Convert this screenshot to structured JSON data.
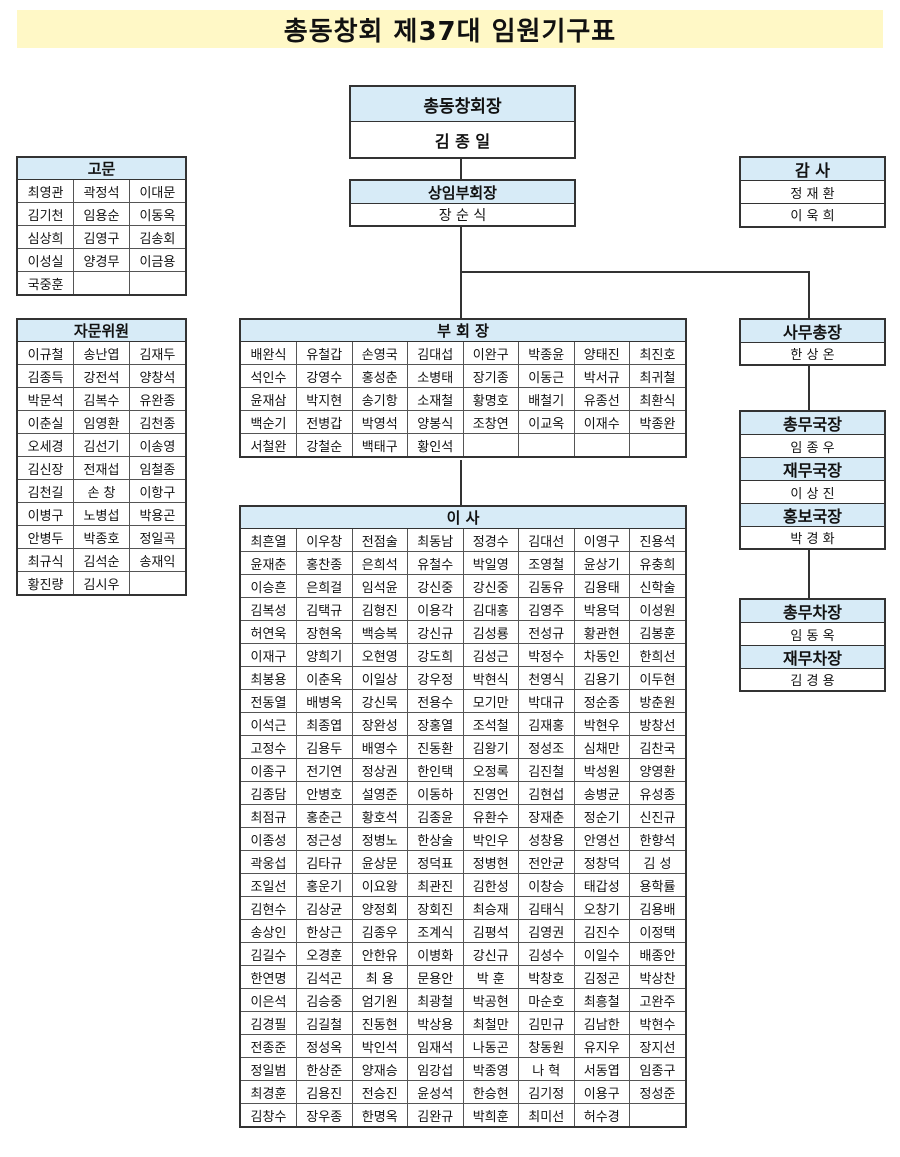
{
  "title": "총동창회 제37대 임원기구표",
  "president": {
    "title": "총동창회장",
    "name": "김 종 일"
  },
  "vice_president": {
    "title": "상임부회장",
    "name": "장 순 식"
  },
  "advisors": {
    "title": "고문",
    "rows": [
      [
        "최영관",
        "곽정석",
        "이대문"
      ],
      [
        "김기천",
        "임용순",
        "이동옥"
      ],
      [
        "심상희",
        "김영구",
        "김송회"
      ],
      [
        "이성실",
        "양경무",
        "이금용"
      ],
      [
        "국중훈",
        "",
        ""
      ]
    ]
  },
  "consultants": {
    "title": "자문위원",
    "rows": [
      [
        "이규철",
        "송난엽",
        "김재두"
      ],
      [
        "김종득",
        "강전석",
        "양창석"
      ],
      [
        "박문석",
        "김복수",
        "유완종"
      ],
      [
        "이춘실",
        "임영환",
        "김천종"
      ],
      [
        "오세경",
        "김선기",
        "이송영"
      ],
      [
        "김신장",
        "전재섭",
        "임철종"
      ],
      [
        "김천길",
        "손 창",
        "이항구"
      ],
      [
        "이병구",
        "노병섭",
        "박용곤"
      ],
      [
        "안병두",
        "박종호",
        "정일곡"
      ],
      [
        "최규식",
        "김석순",
        "송재익"
      ],
      [
        "황진량",
        "김시우",
        ""
      ]
    ]
  },
  "auditor": {
    "title": "감 사",
    "names": [
      "정 재 환",
      "이 욱 희"
    ]
  },
  "vice_chairs": {
    "title": "부 회 장",
    "rows": [
      [
        "배완식",
        "유철갑",
        "손영국",
        "김대섭",
        "이완구",
        "박종윤",
        "양태진",
        "최진호"
      ],
      [
        "석인수",
        "강영수",
        "홍성춘",
        "소병태",
        "장기종",
        "이동근",
        "박서규",
        "최귀철"
      ],
      [
        "윤재삼",
        "박지현",
        "송기항",
        "소재철",
        "황명호",
        "배철기",
        "유종선",
        "최환식"
      ],
      [
        "백순기",
        "전병갑",
        "박영석",
        "양봉식",
        "조창연",
        "이교옥",
        "이재수",
        "박종완"
      ],
      [
        "서철완",
        "강철순",
        "백태구",
        "황인석",
        "",
        "",
        "",
        ""
      ]
    ]
  },
  "secretary_general": {
    "title": "사무총장",
    "name": "한 상 온"
  },
  "bureau_chiefs": [
    {
      "title": "총무국장",
      "name": "임 종 우"
    },
    {
      "title": "재무국장",
      "name": "이 상 진"
    },
    {
      "title": "홍보국장",
      "name": "박 경 화"
    }
  ],
  "deputy_chiefs": [
    {
      "title": "총무차장",
      "name": "임 동 옥"
    },
    {
      "title": "재무차장",
      "name": "김 경 용"
    }
  ],
  "directors": {
    "title": "이 사",
    "rows": [
      [
        "최흔열",
        "이우창",
        "전점술",
        "최동남",
        "정경수",
        "김대선",
        "이영구",
        "진용석"
      ],
      [
        "윤재춘",
        "홍찬종",
        "은희석",
        "유철수",
        "박일영",
        "조영철",
        "윤상기",
        "유충희"
      ],
      [
        "이승흔",
        "은희걸",
        "임석윤",
        "강신중",
        "강신중",
        "김동유",
        "김용태",
        "신학술"
      ],
      [
        "김복성",
        "김택규",
        "김형진",
        "이용각",
        "김대홍",
        "김영주",
        "박용덕",
        "이성원"
      ],
      [
        "허연욱",
        "장현옥",
        "백승복",
        "강신규",
        "김성룡",
        "전성규",
        "황관현",
        "김봉훈"
      ],
      [
        "이재구",
        "양희기",
        "오현영",
        "강도희",
        "김성근",
        "박정수",
        "차동인",
        "한희선"
      ],
      [
        "최봉용",
        "이춘옥",
        "이일상",
        "강우정",
        "박현식",
        "천영식",
        "김용기",
        "이두현"
      ],
      [
        "전동열",
        "배병옥",
        "강신묵",
        "전용수",
        "모기만",
        "박대규",
        "정순종",
        "방춘원"
      ],
      [
        "이석근",
        "최종엽",
        "장완성",
        "장홍열",
        "조석철",
        "김재홍",
        "박현우",
        "방창선"
      ],
      [
        "고정수",
        "김용두",
        "배영수",
        "진동환",
        "김왕기",
        "정성조",
        "심채만",
        "김찬국"
      ],
      [
        "이종구",
        "전기연",
        "정상권",
        "한인택",
        "오정록",
        "김진철",
        "박성원",
        "양영환"
      ],
      [
        "김종담",
        "안병호",
        "설영준",
        "이동하",
        "진영언",
        "김현섭",
        "송병균",
        "유성종"
      ],
      [
        "최점규",
        "홍춘근",
        "황호석",
        "김종윤",
        "유환수",
        "장재춘",
        "정순기",
        "신진규"
      ],
      [
        "이종성",
        "정근성",
        "정병노",
        "한상술",
        "박인우",
        "성창용",
        "안영선",
        "한향석"
      ],
      [
        "곽웅섭",
        "김타규",
        "윤상문",
        "정덕표",
        "정병현",
        "전안균",
        "정창덕",
        "김 성"
      ],
      [
        "조일선",
        "홍운기",
        "이요왕",
        "최관진",
        "김한성",
        "이창승",
        "태갑성",
        "용학률"
      ],
      [
        "김현수",
        "김상균",
        "양정회",
        "장회진",
        "최승재",
        "김태식",
        "오창기",
        "김용배"
      ],
      [
        "송상인",
        "한상근",
        "김종우",
        "조계식",
        "김평석",
        "김영권",
        "김진수",
        "이정택"
      ],
      [
        "김길수",
        "오경훈",
        "안한유",
        "이병화",
        "강신규",
        "김성수",
        "이일수",
        "배종안"
      ],
      [
        "한연명",
        "김석곤",
        "최 용",
        "문용안",
        "박 훈",
        "박창호",
        "김정곤",
        "박상찬"
      ],
      [
        "이은석",
        "김승중",
        "엄기원",
        "최광철",
        "박공현",
        "마순호",
        "최흥철",
        "고완주"
      ],
      [
        "김경필",
        "김길철",
        "진동현",
        "박상용",
        "최철만",
        "김민규",
        "김남한",
        "박현수"
      ],
      [
        "전종준",
        "정성옥",
        "박인석",
        "임재석",
        "나동곤",
        "창동원",
        "유지우",
        "장지선"
      ],
      [
        "정일범",
        "한상준",
        "양재승",
        "임강섭",
        "박종영",
        "나 혁",
        "서동엽",
        "임종구"
      ],
      [
        "최경훈",
        "김용진",
        "전승진",
        "윤성석",
        "한승현",
        "김기정",
        "이용구",
        "정성준"
      ],
      [
        "김창수",
        "장우종",
        "한명옥",
        "김완규",
        "박희훈",
        "최미선",
        "허수경",
        ""
      ]
    ]
  }
}
